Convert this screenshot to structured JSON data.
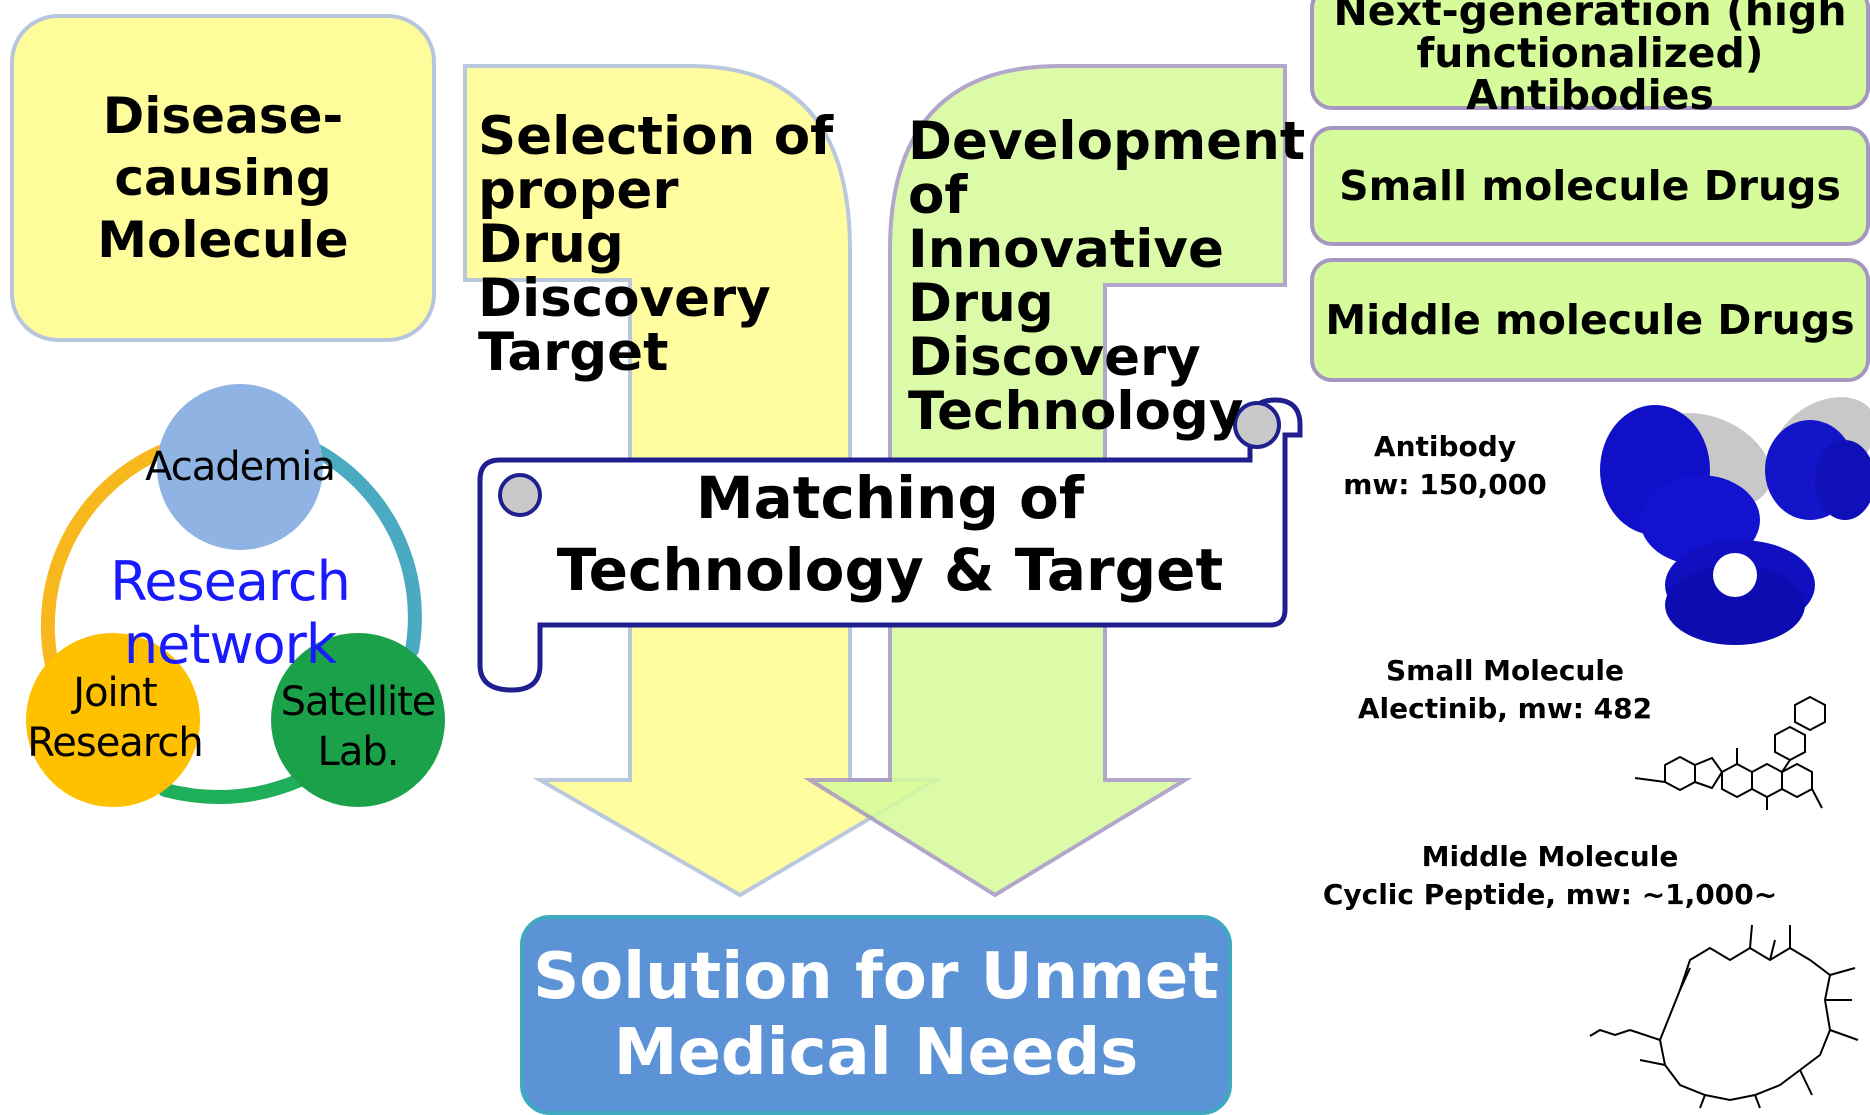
{
  "left": {
    "disease_box": "Disease-causing Molecule",
    "network": {
      "label": "Research network",
      "nodes": {
        "academia": "Academia",
        "joint": "Joint Research",
        "satellite": "Satellite Lab."
      }
    }
  },
  "center": {
    "arrow_target": "Selection of proper Drug Discovery Target",
    "arrow_technology": "Development of Innovative Drug Discovery Technology",
    "scroll": "Matching of Technology & Target",
    "solution": "Solution for Unmet Medical Needs"
  },
  "right": {
    "modalities": [
      "Next-generation (high functionalized) Antibodies",
      "Small molecule Drugs",
      "Middle molecule Drugs"
    ],
    "antibody": {
      "title": "Antibody",
      "mw": "mw: 150,000"
    },
    "small_molecule": {
      "title": "Small Molecule",
      "detail": "Alectinib, mw: 482"
    },
    "middle_molecule": {
      "title": "Middle Molecule",
      "detail": "Cyclic Peptide, mw: ~1,000~"
    }
  },
  "colors": {
    "yellow": "#fffd9b",
    "green": "#d6fb9a",
    "solution_blue": "#5b93d6",
    "scroll_border": "#1f1f8f",
    "network_text": "#1a1aff"
  }
}
